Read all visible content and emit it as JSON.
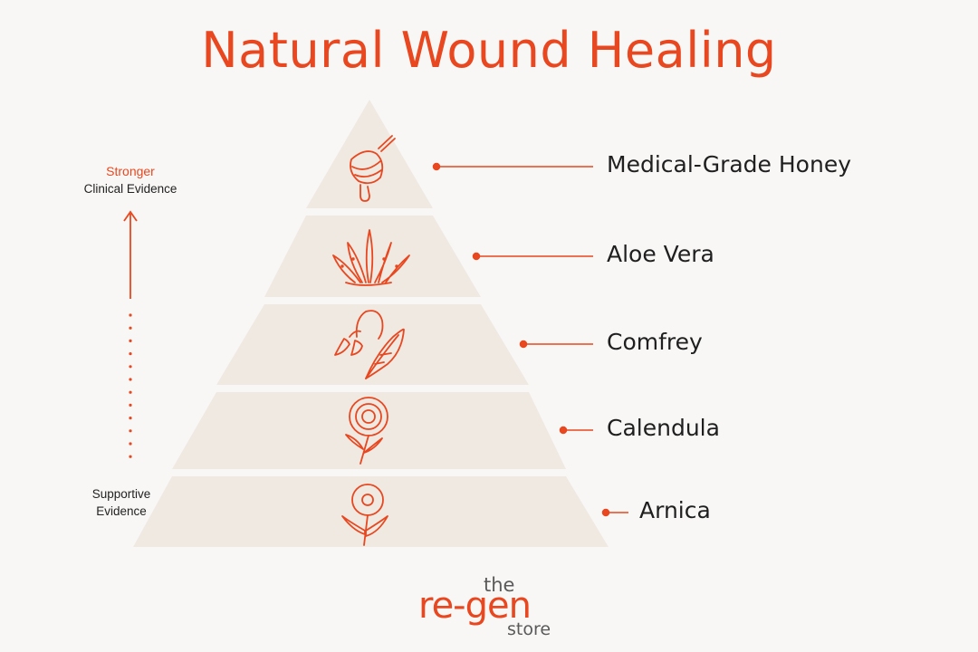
{
  "title": "Natural Wound Healing",
  "axis": {
    "top_strong": "Stronger",
    "top_sub": "Clinical Evidence",
    "bottom_line1": "Supportive",
    "bottom_line2": "Evidence"
  },
  "tiers": [
    {
      "label": "Medical-Grade Honey",
      "icon": "honey-dipper-icon"
    },
    {
      "label": "Aloe Vera",
      "icon": "aloe-vera-icon"
    },
    {
      "label": "Comfrey",
      "icon": "comfrey-icon"
    },
    {
      "label": "Calendula",
      "icon": "calendula-icon"
    },
    {
      "label": "Arnica",
      "icon": "arnica-icon"
    }
  ],
  "logo": {
    "line1": "the",
    "line2": "re-gen",
    "line3": "store"
  },
  "colors": {
    "accent": "#e8471f",
    "tier_fill": "#efe9e2",
    "background": "#f8f7f5",
    "text": "#1f1f1f"
  }
}
